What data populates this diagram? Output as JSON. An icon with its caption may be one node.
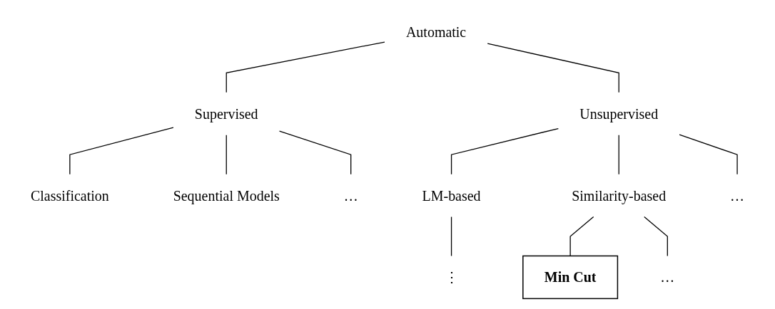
{
  "diagram": {
    "nodes": [
      {
        "text": [
          "Automatic"
        ]
      },
      {
        "text": [
          "Supervised"
        ]
      },
      {
        "text": [
          "Unsupervised"
        ]
      },
      {
        "text": [
          "Classification"
        ]
      },
      {
        "text": [
          "Sequential Models"
        ]
      },
      {
        "text": [
          "…"
        ]
      },
      {
        "text": [
          "LM-based"
        ]
      },
      {
        "text": [
          "Similarity-based"
        ]
      },
      {
        "text": [
          "…"
        ]
      },
      {
        "text": [
          "⋮"
        ]
      },
      {
        "text": [
          "Min Cut"
        ]
      },
      {
        "text": [
          "…"
        ]
      }
    ],
    "edges": [
      {
        "from": 0,
        "to": 1,
        "arrow": "none"
      },
      {
        "from": 0,
        "to": 2,
        "arrow": "none"
      },
      {
        "from": 1,
        "to": 3,
        "arrow": "none"
      },
      {
        "from": 1,
        "to": 4,
        "arrow": "none"
      },
      {
        "from": 1,
        "to": 5,
        "arrow": "none"
      },
      {
        "from": 2,
        "to": 6,
        "arrow": "none"
      },
      {
        "from": 2,
        "to": 7,
        "arrow": "none"
      },
      {
        "from": 2,
        "to": 8,
        "arrow": "none"
      },
      {
        "from": 6,
        "to": 9,
        "arrow": "none"
      },
      {
        "from": 7,
        "to": 10,
        "arrow": "none"
      },
      {
        "from": 7,
        "to": 11,
        "arrow": "none"
      }
    ]
  }
}
